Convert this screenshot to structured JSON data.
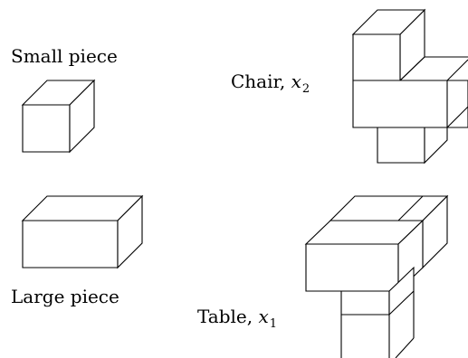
{
  "labels": {
    "small_piece": "Small piece",
    "large_piece": "Large piece",
    "chair_text": "Chair, ",
    "chair_var": "x",
    "chair_sub": "2",
    "table_text": "Table, ",
    "table_var": "x",
    "table_sub": "1"
  },
  "colors": {
    "stroke": "#000000",
    "background": "#ffffff"
  }
}
